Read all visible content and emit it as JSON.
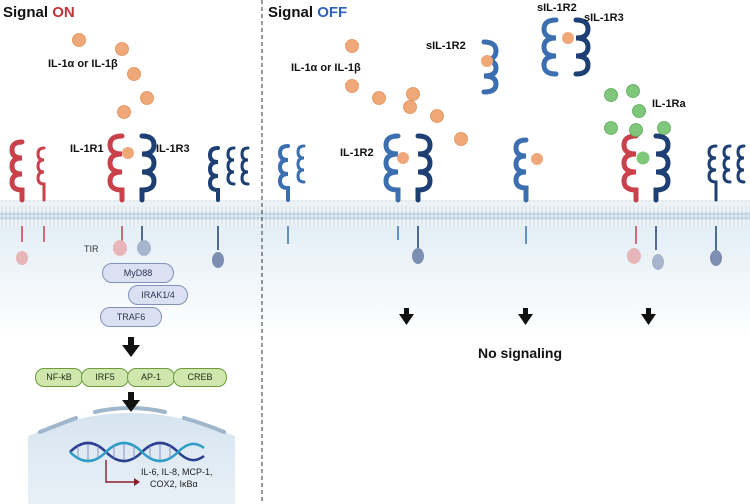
{
  "panels": {
    "on": {
      "prefix": "Signal",
      "state": "ON"
    },
    "off": {
      "prefix": "Signal",
      "state": "OFF"
    }
  },
  "labels": {
    "ligand_on": "IL-1α or IL-1β",
    "ligand_off": "IL-1α or IL-1β",
    "il1r1": "IL-1R1",
    "il1r3": "IL-1R3",
    "il1r2": "IL-1R2",
    "sil1r2_a": "sIL-1R2",
    "sil1r2_b": "sIL-1R2",
    "sil1r3": "sIL-1R3",
    "il1ra": "IL-1Ra",
    "tir": "TIR",
    "no_signaling": "No signaling"
  },
  "adaptors": [
    "MyD88",
    "IRAK1/4",
    "TRAF6"
  ],
  "transcription_factors": [
    "NF-kB",
    "IRF5",
    "AP-1",
    "CREB"
  ],
  "genes": [
    "IL-6, IL-8, MCP-1,",
    "COX2, IκBα"
  ],
  "colors": {
    "il1r1_red": "#c9414a",
    "il1r3_navy": "#1d3f73",
    "il1r2_blue": "#3b6fb0",
    "ligand_orange": "#f0a878",
    "il1ra_green": "#7fc77a",
    "membrane": "#c9d9e6",
    "on_text": "#c0343c",
    "off_text": "#2f63b7"
  }
}
